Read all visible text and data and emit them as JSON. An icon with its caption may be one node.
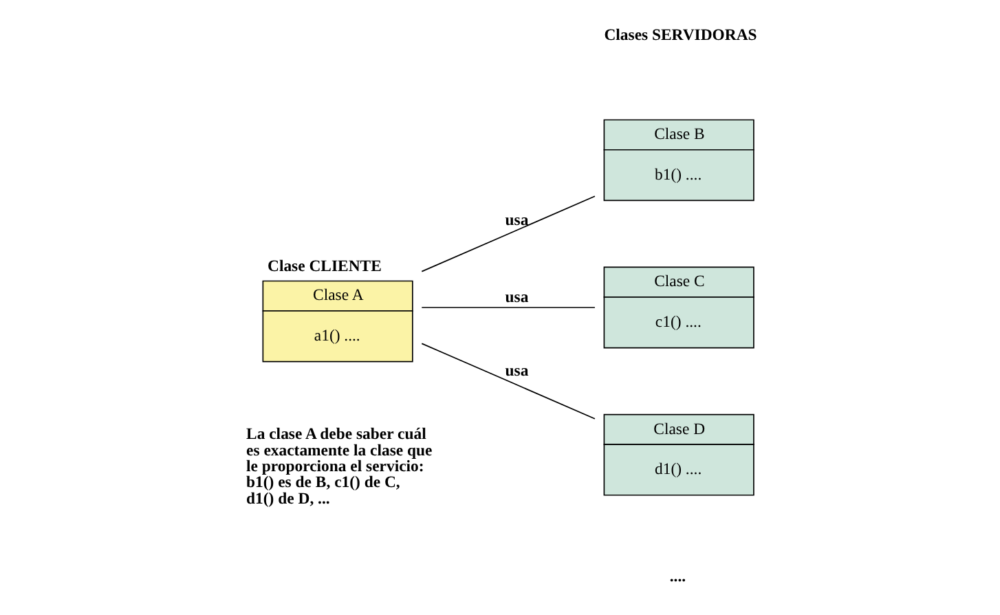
{
  "diagram": {
    "nodes": [
      {
        "text": [
          "Clase CLIENTE",
          "Clase A",
          "a1() ...."
        ]
      },
      {
        "text": [
          "Clase B",
          "b1() ...."
        ]
      },
      {
        "text": [
          "Clase C",
          "c1() ...."
        ]
      },
      {
        "text": [
          "Clase D",
          "d1() ...."
        ]
      }
    ],
    "edges": [
      {
        "from": 0,
        "to": 1,
        "arrow": "none",
        "label": "usa"
      },
      {
        "from": 0,
        "to": 2,
        "arrow": "none",
        "label": "usa"
      },
      {
        "from": 0,
        "to": 3,
        "arrow": "none",
        "label": "usa"
      }
    ],
    "labels": [
      "Clases SERVIDORAS",
      "La clase A debe saber cuál es exactamente la clase que le proporciona el servicio: b1() es de B, c1() de C, d1() de D, ...",
      "...."
    ]
  }
}
